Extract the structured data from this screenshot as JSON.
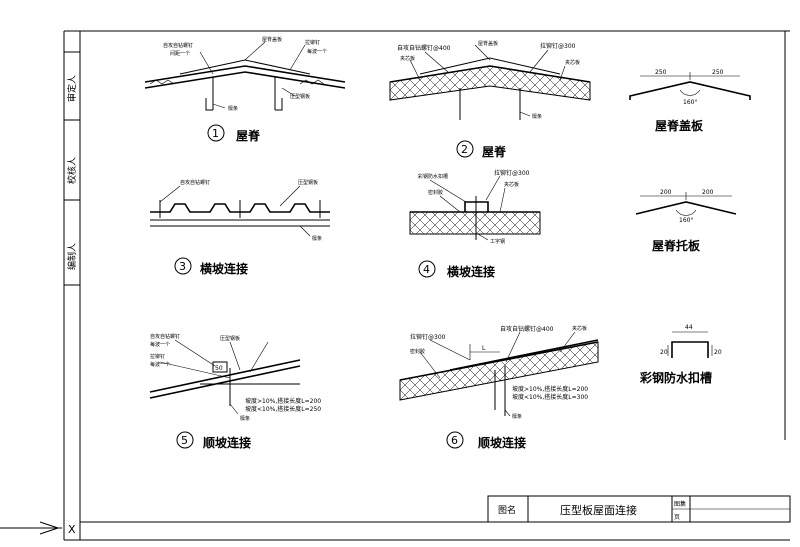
{
  "side_panel": {
    "reviewer": "审定人",
    "checker": "校核人",
    "drafter": "编制人"
  },
  "title_block": {
    "label": "图名",
    "drawing_title": "压型板屋面连接",
    "field_right_1": "图集",
    "field_right_2": "页"
  },
  "details": {
    "d1": {
      "number": "1",
      "title": "屋脊"
    },
    "d2": {
      "number": "2",
      "title": "屋脊"
    },
    "d3": {
      "number": "3",
      "title": "横坡连接"
    },
    "d4": {
      "number": "4",
      "title": "横坡连接"
    },
    "d5": {
      "number": "5",
      "title": "顺坡连接"
    },
    "d6": {
      "number": "6",
      "title": "顺坡连接"
    }
  },
  "parts": {
    "ridge_cover": {
      "title": "屋脊盖板",
      "dim_left": "250",
      "dim_right": "250",
      "angle": "160°"
    },
    "ridge_support": {
      "title": "屋脊托板",
      "dim_left": "200",
      "dim_right": "200",
      "angle": "160°"
    },
    "gutter": {
      "title": "彩钢防水扣槽",
      "dim_top": "44",
      "dim_left": "20",
      "dim_right": "20"
    }
  },
  "annotations": {
    "d1_a": "自攻自钻螺钉",
    "d1_b": "间距一个",
    "d1_c": "屋脊盖板",
    "d1_d": "拉铆钉",
    "d1_e": "每波一个",
    "d1_f": "檩条",
    "d1_g": "压型钢板",
    "d2_a": "自攻自钻螺钉@400",
    "d2_b": "屋脊盖板",
    "d2_c": "拉铆钉@300",
    "d2_d": "夹芯板",
    "d2_e": "夹芯板",
    "d2_f": "檩条",
    "d3_a": "自攻自钻螺钉",
    "d3_b": "压型钢板",
    "d3_c": "檩条",
    "d4_a": "彩钢防水扣槽",
    "d4_b": "拉铆钉@300",
    "d4_c": "夹芯板",
    "d4_d": "密封胶",
    "d4_e": "工字钢",
    "d5_a": "自攻自钻螺钉",
    "d5_b": "每波一个",
    "d5_c": "压型钢板",
    "d5_d": "拉铆钉",
    "d5_e": "每波一个",
    "d5_f": "坡度>10%,搭接长度L=200",
    "d5_g": "坡度<10%,搭接长度L=250",
    "d5_h": "檩条",
    "d6_a": "拉铆钉@300",
    "d6_b": "自攻自钻螺钉@400",
    "d6_c": "夹芯板",
    "d6_d": "密封胶",
    "d6_e": "坡度>10%,搭接长度L=200",
    "d6_f": "坡度<10%,搭接长度L=300",
    "d6_g": "檩条",
    "d5_dim": "50",
    "d6_dim": "L"
  },
  "cursor": {
    "label": "X"
  }
}
